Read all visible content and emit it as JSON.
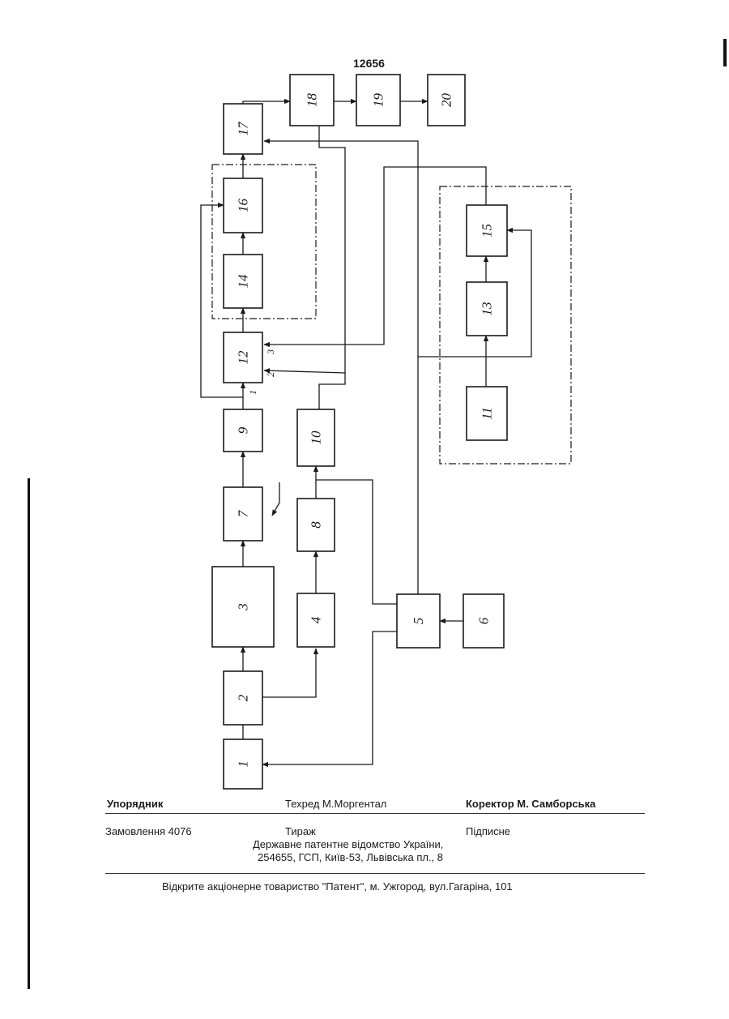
{
  "header": {
    "page_number": "12656"
  },
  "diagram": {
    "blocks": [
      {
        "id": "1",
        "label": "1"
      },
      {
        "id": "2",
        "label": "2"
      },
      {
        "id": "3",
        "label": "3"
      },
      {
        "id": "4",
        "label": "4"
      },
      {
        "id": "5",
        "label": "5"
      },
      {
        "id": "6",
        "label": "6"
      },
      {
        "id": "7",
        "label": "7"
      },
      {
        "id": "8",
        "label": "8"
      },
      {
        "id": "9",
        "label": "9"
      },
      {
        "id": "10",
        "label": "10"
      },
      {
        "id": "11",
        "label": "11"
      },
      {
        "id": "12",
        "label": "12"
      },
      {
        "id": "13",
        "label": "13"
      },
      {
        "id": "14",
        "label": "14"
      },
      {
        "id": "15",
        "label": "15"
      },
      {
        "id": "16",
        "label": "16"
      },
      {
        "id": "17",
        "label": "17"
      },
      {
        "id": "18",
        "label": "18"
      },
      {
        "id": "19",
        "label": "19"
      },
      {
        "id": "20",
        "label": "20"
      }
    ],
    "ports": [
      {
        "id": "p1",
        "label": "1"
      },
      {
        "id": "p2",
        "label": "2"
      },
      {
        "id": "p3",
        "label": "3"
      }
    ]
  },
  "footer": {
    "compiler": "Упорядник",
    "techred": "Техред М.Моргентал",
    "corrector": "Коректор  М. Самборська",
    "order": "Замовлення  4076",
    "circulation": "Тираж",
    "signed": "Підписне",
    "office_line1": "Державне  патентне  відомство  України,",
    "office_line2": "254655, ГСП, Київ-53, Львівська пл., 8",
    "publisher": "Відкрите акціонерне товариство \"Патент\", м. Ужгород, вул.Гагаріна, 101"
  }
}
